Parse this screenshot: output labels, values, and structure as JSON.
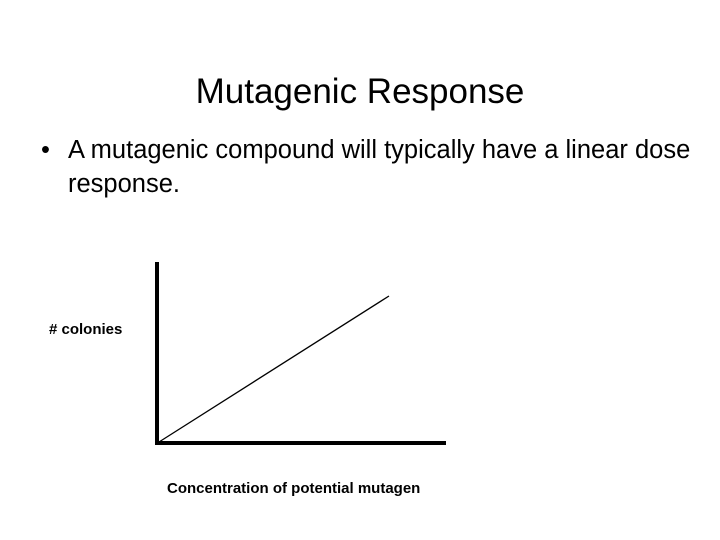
{
  "slide": {
    "title": "Mutagenic Response",
    "background_color": "#ffffff",
    "text_color": "#000000",
    "bullets": [
      {
        "marker": "•",
        "text": "A mutagenic compound will typically have a linear dose response."
      }
    ]
  },
  "chart_data": {
    "type": "line",
    "title": "",
    "xlabel": "Concentration of potential mutagen",
    "ylabel": "# colonies",
    "x": [
      0,
      1
    ],
    "series": [
      {
        "name": "linear dose response",
        "values": [
          0,
          0.79
        ]
      }
    ],
    "xlim": [
      0,
      1
    ],
    "ylim": [
      0,
      1
    ],
    "grid": false,
    "legend": false,
    "tick_labels_x": [],
    "tick_labels_y": [],
    "axis_color": "#000000",
    "line_color": "#000000",
    "annotations": []
  }
}
